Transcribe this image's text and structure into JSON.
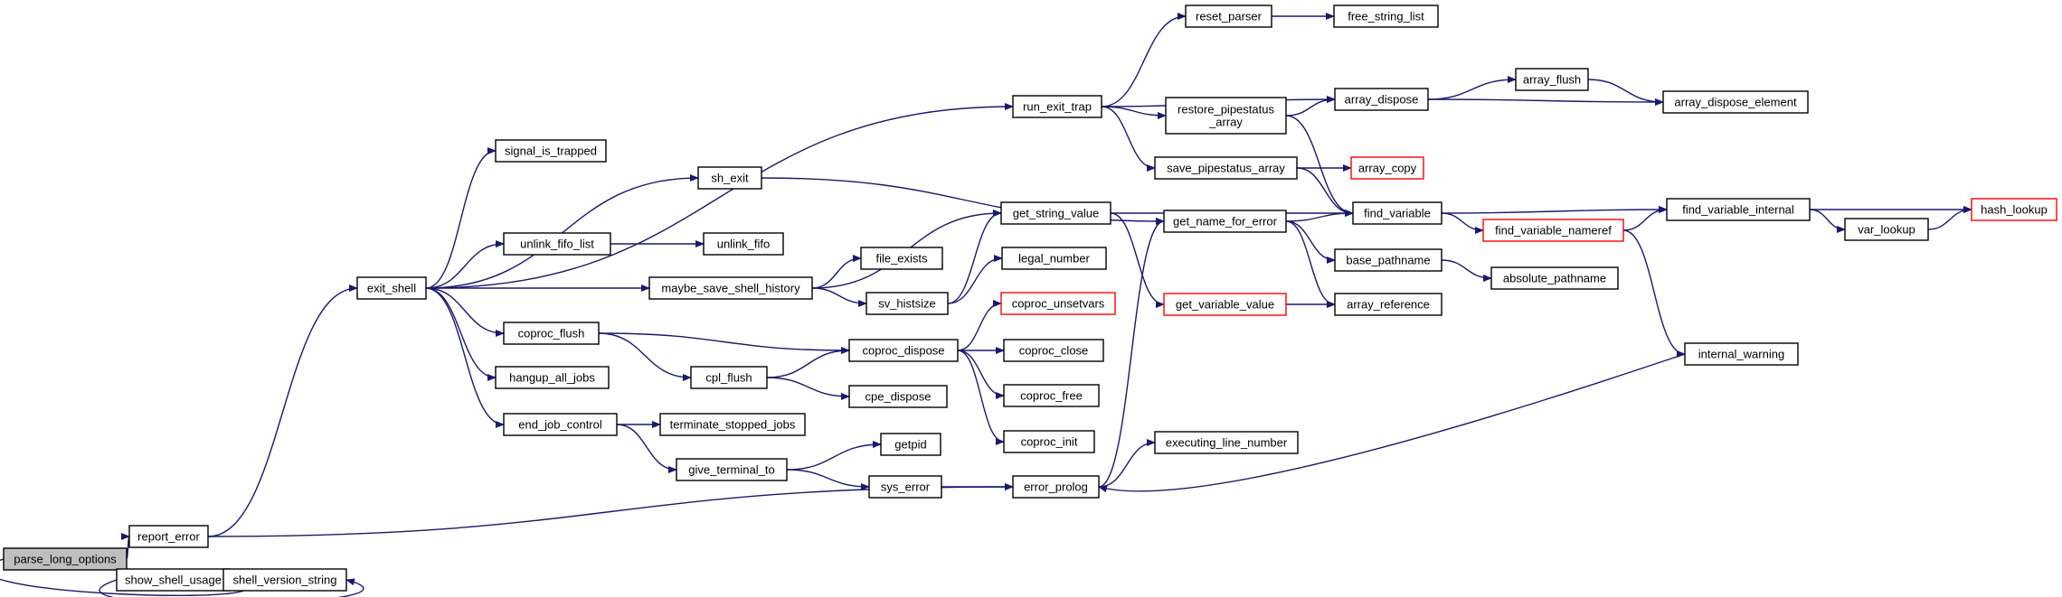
{
  "colors": {
    "edge": "#191970",
    "node_border": "#000000",
    "truncated_border": "#ff0000",
    "root_fill": "#bfbfbf",
    "node_fill": "#ffffff"
  },
  "nodes": [
    {
      "id": "parse_long_options",
      "label": "parse_long_options",
      "root": true
    },
    {
      "id": "report_error",
      "label": "report_error"
    },
    {
      "id": "show_shell_usage",
      "label": "show_shell_usage"
    },
    {
      "id": "shell_version_string",
      "label": "shell_version_string"
    },
    {
      "id": "exit_shell",
      "label": "exit_shell"
    },
    {
      "id": "signal_is_trapped",
      "label": "signal_is_trapped"
    },
    {
      "id": "sh_exit",
      "label": "sh_exit"
    },
    {
      "id": "unlink_fifo_list",
      "label": "unlink_fifo_list"
    },
    {
      "id": "unlink_fifo",
      "label": "unlink_fifo"
    },
    {
      "id": "maybe_save_shell_history",
      "label": "maybe_save_shell_history"
    },
    {
      "id": "coproc_flush",
      "label": "coproc_flush"
    },
    {
      "id": "hangup_all_jobs",
      "label": "hangup_all_jobs"
    },
    {
      "id": "end_job_control",
      "label": "end_job_control"
    },
    {
      "id": "terminate_stopped_jobs",
      "label": "terminate_stopped_jobs"
    },
    {
      "id": "give_terminal_to",
      "label": "give_terminal_to"
    },
    {
      "id": "cpl_flush",
      "label": "cpl_flush"
    },
    {
      "id": "get_string_value",
      "label": "get_string_value"
    },
    {
      "id": "file_exists",
      "label": "file_exists"
    },
    {
      "id": "sv_histsize",
      "label": "sv_histsize"
    },
    {
      "id": "legal_number",
      "label": "legal_number"
    },
    {
      "id": "coproc_unsetvars",
      "label": "coproc_unsetvars",
      "truncated": true
    },
    {
      "id": "coproc_dispose",
      "label": "coproc_dispose"
    },
    {
      "id": "coproc_close",
      "label": "coproc_close"
    },
    {
      "id": "coproc_free",
      "label": "coproc_free"
    },
    {
      "id": "coproc_init",
      "label": "coproc_init"
    },
    {
      "id": "cpe_dispose",
      "label": "cpe_dispose"
    },
    {
      "id": "getpid",
      "label": "getpid"
    },
    {
      "id": "sys_error",
      "label": "sys_error"
    },
    {
      "id": "error_prolog",
      "label": "error_prolog"
    },
    {
      "id": "run_exit_trap",
      "label": "run_exit_trap"
    },
    {
      "id": "reset_parser",
      "label": "reset_parser"
    },
    {
      "id": "free_string_list",
      "label": "free_string_list"
    },
    {
      "id": "restore_pipestatus_array",
      "label": "restore_pipestatus\n_array"
    },
    {
      "id": "save_pipestatus_array",
      "label": "save_pipestatus_array"
    },
    {
      "id": "array_copy",
      "label": "array_copy",
      "truncated": true
    },
    {
      "id": "array_dispose",
      "label": "array_dispose"
    },
    {
      "id": "array_flush",
      "label": "array_flush"
    },
    {
      "id": "array_dispose_element",
      "label": "array_dispose_element"
    },
    {
      "id": "get_name_for_error",
      "label": "get_name_for_error"
    },
    {
      "id": "get_variable_value",
      "label": "get_variable_value",
      "truncated": true
    },
    {
      "id": "executing_line_number",
      "label": "executing_line_number"
    },
    {
      "id": "find_variable",
      "label": "find_variable"
    },
    {
      "id": "find_variable_nameref",
      "label": "find_variable_nameref",
      "truncated": true
    },
    {
      "id": "base_pathname",
      "label": "base_pathname"
    },
    {
      "id": "absolute_pathname",
      "label": "absolute_pathname"
    },
    {
      "id": "array_reference",
      "label": "array_reference"
    },
    {
      "id": "find_variable_internal",
      "label": "find_variable_internal"
    },
    {
      "id": "var_lookup",
      "label": "var_lookup"
    },
    {
      "id": "hash_lookup",
      "label": "hash_lookup",
      "truncated": true
    },
    {
      "id": "internal_warning",
      "label": "internal_warning"
    }
  ],
  "edges": [
    [
      "parse_long_options",
      "report_error"
    ],
    [
      "parse_long_options",
      "show_shell_usage"
    ],
    [
      "show_shell_usage",
      "shell_version_string"
    ],
    [
      "report_error",
      "exit_shell"
    ],
    [
      "report_error",
      "error_prolog"
    ],
    [
      "exit_shell",
      "run_exit_trap"
    ],
    [
      "exit_shell",
      "signal_is_trapped"
    ],
    [
      "exit_shell",
      "sh_exit"
    ],
    [
      "exit_shell",
      "unlink_fifo_list"
    ],
    [
      "exit_shell",
      "maybe_save_shell_history"
    ],
    [
      "exit_shell",
      "coproc_flush"
    ],
    [
      "exit_shell",
      "hangup_all_jobs"
    ],
    [
      "exit_shell",
      "end_job_control"
    ],
    [
      "unlink_fifo_list",
      "unlink_fifo"
    ],
    [
      "sh_exit",
      "get_name_for_error"
    ],
    [
      "maybe_save_shell_history",
      "get_string_value"
    ],
    [
      "maybe_save_shell_history",
      "file_exists"
    ],
    [
      "maybe_save_shell_history",
      "sv_histsize"
    ],
    [
      "sv_histsize",
      "get_string_value"
    ],
    [
      "sv_histsize",
      "legal_number"
    ],
    [
      "coproc_flush",
      "coproc_dispose"
    ],
    [
      "coproc_flush",
      "cpl_flush"
    ],
    [
      "cpl_flush",
      "coproc_dispose"
    ],
    [
      "cpl_flush",
      "cpe_dispose"
    ],
    [
      "coproc_dispose",
      "coproc_unsetvars"
    ],
    [
      "coproc_dispose",
      "coproc_close"
    ],
    [
      "coproc_dispose",
      "coproc_free"
    ],
    [
      "coproc_dispose",
      "coproc_init"
    ],
    [
      "end_job_control",
      "terminate_stopped_jobs"
    ],
    [
      "end_job_control",
      "give_terminal_to"
    ],
    [
      "give_terminal_to",
      "getpid"
    ],
    [
      "give_terminal_to",
      "sys_error"
    ],
    [
      "sys_error",
      "error_prolog"
    ],
    [
      "error_prolog",
      "get_name_for_error"
    ],
    [
      "error_prolog",
      "executing_line_number"
    ],
    [
      "get_string_value",
      "find_variable"
    ],
    [
      "get_string_value",
      "get_variable_value"
    ],
    [
      "run_exit_trap",
      "reset_parser"
    ],
    [
      "run_exit_trap",
      "array_dispose"
    ],
    [
      "run_exit_trap",
      "restore_pipestatus_array"
    ],
    [
      "run_exit_trap",
      "save_pipestatus_array"
    ],
    [
      "reset_parser",
      "free_string_list"
    ],
    [
      "restore_pipestatus_array",
      "array_dispose"
    ],
    [
      "restore_pipestatus_array",
      "find_variable"
    ],
    [
      "save_pipestatus_array",
      "array_copy"
    ],
    [
      "save_pipestatus_array",
      "find_variable"
    ],
    [
      "array_dispose",
      "array_flush"
    ],
    [
      "array_dispose",
      "array_dispose_element"
    ],
    [
      "array_flush",
      "array_dispose_element"
    ],
    [
      "get_name_for_error",
      "find_variable"
    ],
    [
      "get_name_for_error",
      "base_pathname"
    ],
    [
      "get_name_for_error",
      "array_reference"
    ],
    [
      "get_variable_value",
      "array_reference"
    ],
    [
      "base_pathname",
      "absolute_pathname"
    ],
    [
      "find_variable",
      "find_variable_internal"
    ],
    [
      "find_variable",
      "find_variable_nameref"
    ],
    [
      "find_variable_nameref",
      "find_variable_internal"
    ],
    [
      "find_variable_nameref",
      "internal_warning"
    ],
    [
      "find_variable_internal",
      "hash_lookup"
    ],
    [
      "find_variable_internal",
      "var_lookup"
    ],
    [
      "var_lookup",
      "hash_lookup"
    ],
    [
      "internal_warning",
      "error_prolog"
    ]
  ]
}
